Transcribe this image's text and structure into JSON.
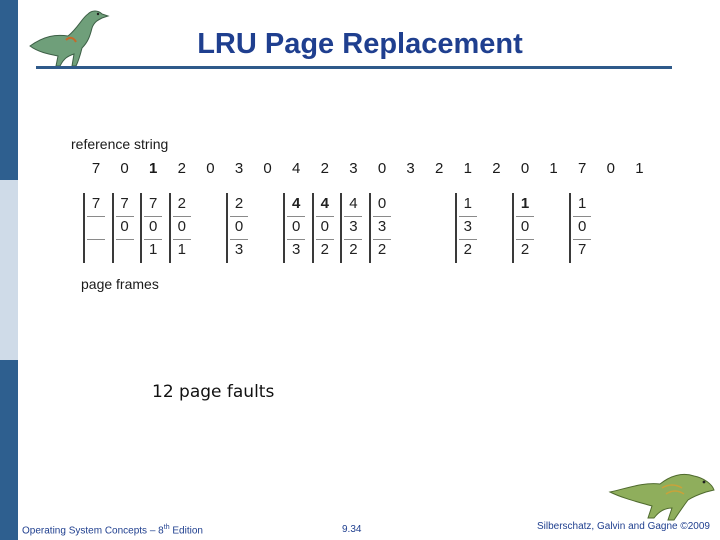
{
  "slide": {
    "title": "LRU Page Replacement",
    "reference_caption": "reference string",
    "page_frames_caption": "page frames",
    "faults_text": "12 page faults",
    "footer_left_main": "Operating System Concepts – 8",
    "footer_left_sup": "th",
    "footer_left_tail": " Edition",
    "footer_center": "9.34",
    "footer_right": "Silberschatz, Galvin and Gagne ©2009"
  },
  "reference_string": [
    "7",
    "0",
    "1",
    "2",
    "0",
    "3",
    "0",
    "4",
    "2",
    "3",
    "0",
    "3",
    "2",
    "1",
    "2",
    "0",
    "1",
    "7",
    "0",
    "1"
  ],
  "reference_bold_index": [
    2
  ],
  "frames": [
    {
      "ref_index": 0,
      "cells": [
        "7",
        "",
        ""
      ]
    },
    {
      "ref_index": 1,
      "cells": [
        "7",
        "0",
        ""
      ]
    },
    {
      "ref_index": 2,
      "cells": [
        "7",
        "0",
        "1"
      ]
    },
    {
      "ref_index": 3,
      "cells": [
        "2",
        "0",
        "1"
      ]
    },
    {
      "ref_index": 5,
      "cells": [
        "2",
        "0",
        "3"
      ]
    },
    {
      "ref_index": 7,
      "cells": [
        "4",
        "0",
        "3"
      ],
      "bold": [
        0
      ]
    },
    {
      "ref_index": 8,
      "cells": [
        "4",
        "0",
        "2"
      ],
      "bold": [
        0
      ]
    },
    {
      "ref_index": 9,
      "cells": [
        "4",
        "3",
        "2"
      ]
    },
    {
      "ref_index": 10,
      "cells": [
        "0",
        "3",
        "2"
      ]
    },
    {
      "ref_index": 13,
      "cells": [
        "1",
        "3",
        "2"
      ]
    },
    {
      "ref_index": 15,
      "cells": [
        "1",
        "0",
        "2"
      ],
      "bold": [
        0
      ]
    },
    {
      "ref_index": 17,
      "cells": [
        "1",
        "0",
        "7"
      ]
    }
  ],
  "colors": {
    "title": "#1f3f8f",
    "sidebar_dark": "#2e5f8f",
    "sidebar_light": "#cfdbe8",
    "rule": "#2f5a8a"
  }
}
